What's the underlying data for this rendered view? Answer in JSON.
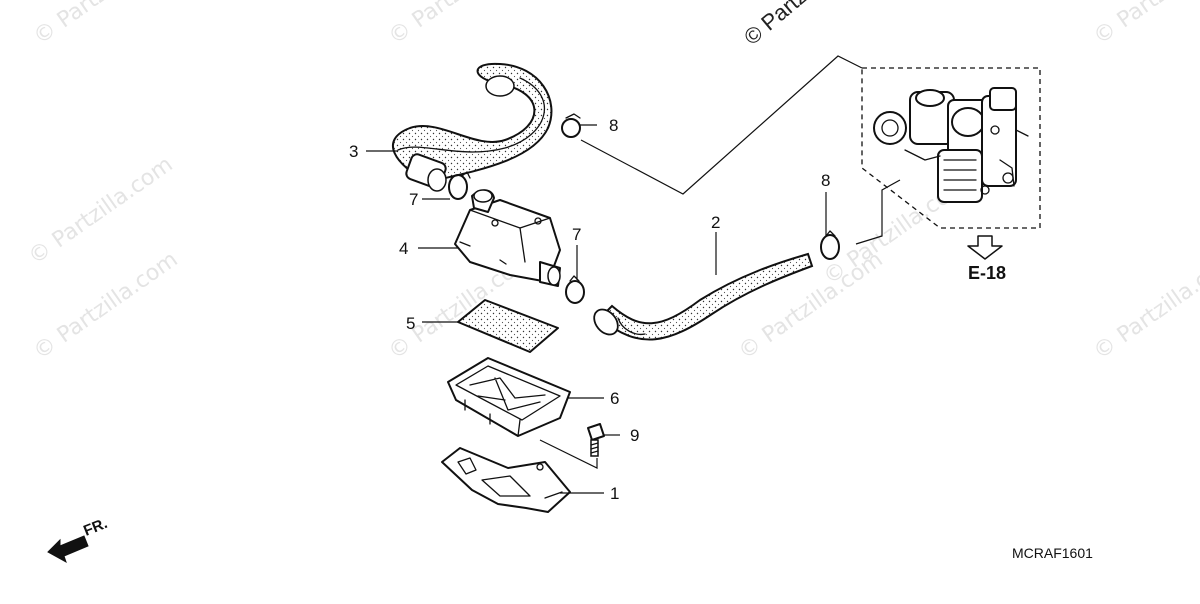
{
  "diagram": {
    "watermarks": [
      "© Partzilla.com",
      "© Partzilla.com",
      "© Partzilla.com",
      "© Partzilla.com",
      "© Partzilla.com",
      "© Partzilla.com",
      "© Partzilla.com",
      "© Partzilla.com",
      "© Partzilla.com"
    ],
    "callouts": {
      "c1": "1",
      "c2": "2",
      "c3": "3",
      "c4": "4",
      "c5": "5",
      "c6": "6",
      "c7a": "7",
      "c7b": "7",
      "c8a": "8",
      "c8b": "8",
      "c9": "9"
    },
    "reference": "E-18",
    "front_label": "FR.",
    "drawing_code": "MCRAF1601"
  }
}
